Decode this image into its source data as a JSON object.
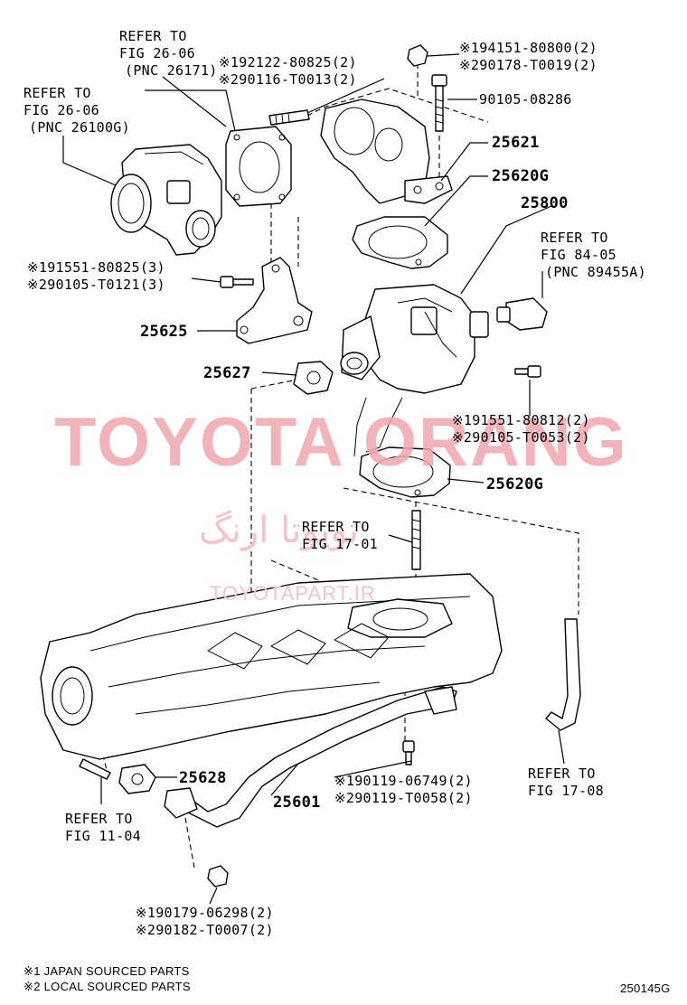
{
  "refs": {
    "throttle_body": [
      "REFER TO",
      "FIG 26-06",
      "(PNC 26100G)"
    ],
    "gasket_26171": [
      "REFER TO",
      "FIG 26-06",
      "(PNC 26171)"
    ],
    "sensor": [
      "REFER TO",
      "FIG 84-05",
      "(PNC 89455A)"
    ],
    "intake": [
      "REFER TO",
      "FIG 17-01"
    ],
    "hose": [
      "REFER TO",
      "FIG 17-08"
    ],
    "stud": [
      "REFER TO",
      "FIG 11-04"
    ]
  },
  "callouts": {
    "stud_top": [
      "※192122-80825(2)",
      "※290116-T0013(2)"
    ],
    "nut_top": [
      "※194151-80800(2)",
      "※290178-T0019(2)"
    ],
    "bolt_top": "90105-08286",
    "bolt_left": [
      "※191551-80825(3)",
      "※290105-T0121(3)"
    ],
    "bolt_right": [
      "※191551-80812(2)",
      "※290105-T0053(2)"
    ],
    "bolt_pipe": [
      "※190119-06749(2)",
      "※290119-T0058(2)"
    ],
    "nut_bottom": [
      "※190179-06298(2)",
      "※290182-T0007(2)"
    ]
  },
  "part_numbers": {
    "p25621": "25621",
    "p25620g_top": "25620G",
    "p25800": "25800",
    "p25625": "25625",
    "p25627": "25627",
    "p25620g_bottom": "25620G",
    "p25628": "25628",
    "p25601": "25601"
  },
  "watermark": {
    "main": "TOYOTA ORANG",
    "farsi": "تویوتا ارنگ",
    "site": "TOYOTAPART.IR"
  },
  "notes": [
    "※1 JAPAN  SOURCED PARTS",
    "※2 LOCAL SOURCED PARTS"
  ],
  "figure_code": "250145G"
}
